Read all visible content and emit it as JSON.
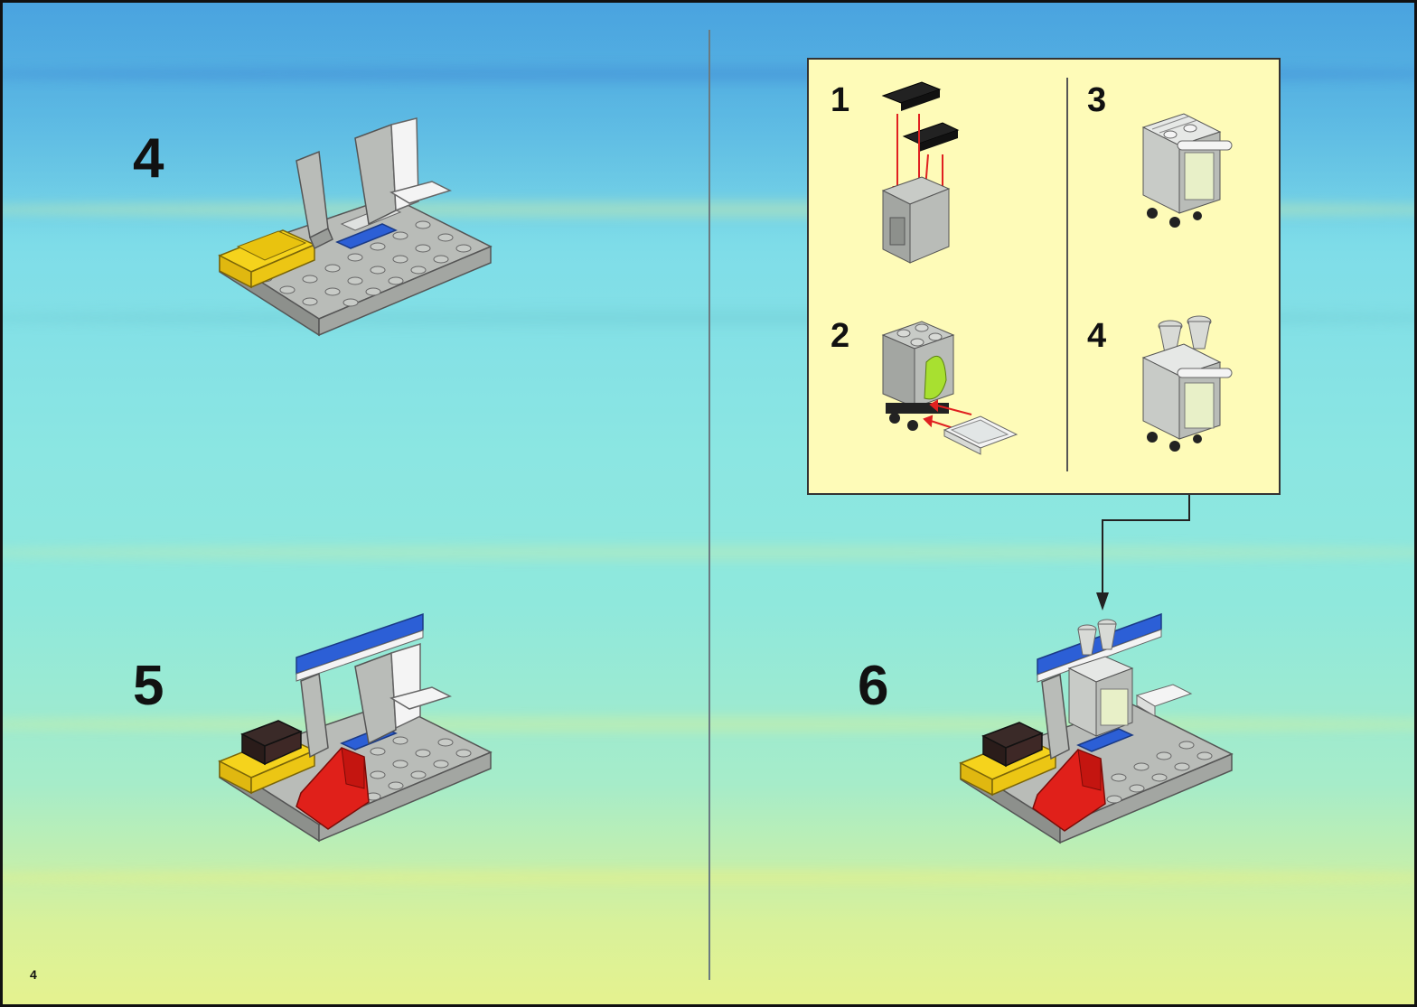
{
  "page_number": "4",
  "steps": [
    {
      "number": "4"
    },
    {
      "number": "5"
    },
    {
      "number": "6"
    }
  ],
  "substeps": [
    {
      "number": "1"
    },
    {
      "number": "2"
    },
    {
      "number": "3"
    },
    {
      "number": "4"
    }
  ],
  "colors": {
    "sub_box_background": "#fefbb8",
    "brick_gray": "#b9bcb8",
    "brick_yellow": "#f5d31c",
    "brick_blue": "#2c5fd6",
    "brick_red": "#e0201a",
    "arrow_red": "#e02020"
  }
}
